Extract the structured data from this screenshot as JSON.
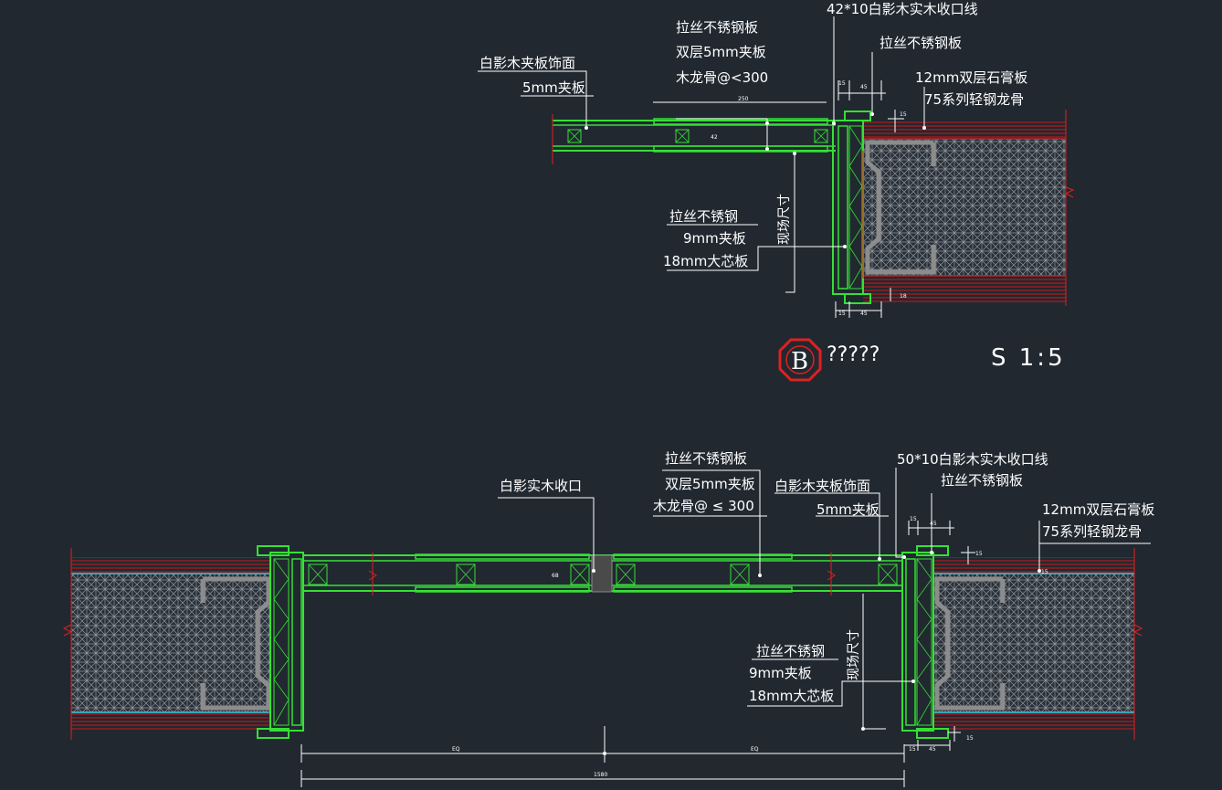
{
  "detail_b": {
    "labels": {
      "trim_42x10": "42*10白影木实木收口线",
      "brushed_ss_plate_a": "拉丝不锈钢板",
      "double_5mm_plywood": "双层5mm夹板",
      "wood_keel": "木龙骨@<300",
      "brushed_ss_plate_b": "拉丝不锈钢板",
      "veneer_face": "白影木夹板饰面",
      "plywood_5mm": "5mm夹板",
      "gypsum_12mm": "12mm双层石膏板",
      "steel_keel_75": "75系列轻钢龙骨",
      "brushed_ss": "拉丝不锈钢",
      "plywood_9mm": "9mm夹板",
      "blockboard_18mm": "18mm大芯板",
      "site_dimension": "现场尺寸"
    },
    "marker_letter": "B",
    "title": "?????",
    "scale": "S 1:5",
    "dims": [
      "250",
      "42",
      "15",
      "45",
      "15",
      "18",
      "15",
      "45"
    ]
  },
  "plan_bottom": {
    "labels": {
      "brushed_ss_plate_a": "拉丝不锈钢板",
      "double_5mm_plywood": "双层5mm夹板",
      "wood_keel": "木龙骨@ ≤ 300",
      "solid_wood_edge": "白影实木收口",
      "trim_50x10": "50*10白影木实木收口线",
      "brushed_ss_plate_b": "拉丝不锈钢板",
      "veneer_face": "白影木夹板饰面",
      "plywood_5mm": "5mm夹板",
      "gypsum_12mm": "12mm双层石膏板",
      "steel_keel_75": "75系列轻钢龙骨",
      "brushed_ss": "拉丝不锈钢",
      "plywood_9mm": "9mm夹板",
      "blockboard_18mm": "18mm大芯板",
      "site_dimension": "现场尺寸"
    },
    "dims": [
      "EQ",
      "EQ",
      "15",
      "45",
      "15",
      "15",
      "15",
      "45",
      "15",
      "1580",
      "68"
    ]
  },
  "colors": {
    "background": "#212830",
    "wood_green": "#35e035",
    "steel_gray": "#8c8c8c",
    "hatch": "#9aa0a8",
    "wall_red": "#e02020",
    "leader_white": "#ffffff",
    "cyan_edge": "#40c8e0"
  }
}
